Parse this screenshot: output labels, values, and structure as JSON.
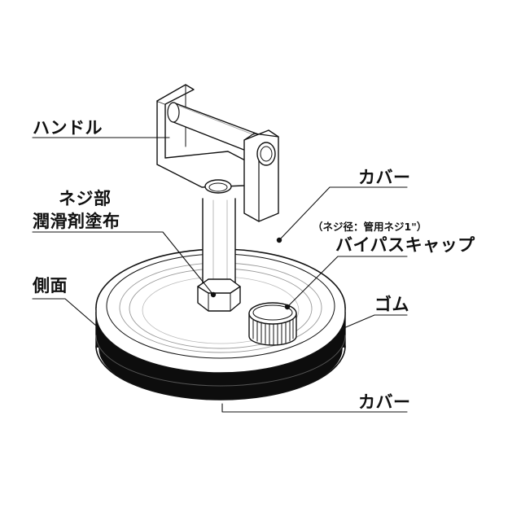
{
  "labels": {
    "handle": "ハンドル",
    "cover_top": "カバー",
    "thread_line1": "ネジ部",
    "thread_line2": "潤滑剤塗布",
    "thread_size": "（ネジ径：管用ネジ1\"）",
    "bypass_cap": "バイパスキャップ",
    "side": "側面",
    "rubber": "ゴム",
    "cover_bottom": "カバー"
  },
  "colors": {
    "line": "#111111",
    "rubber": "#0d0d0d",
    "fill": "#ffffff"
  }
}
